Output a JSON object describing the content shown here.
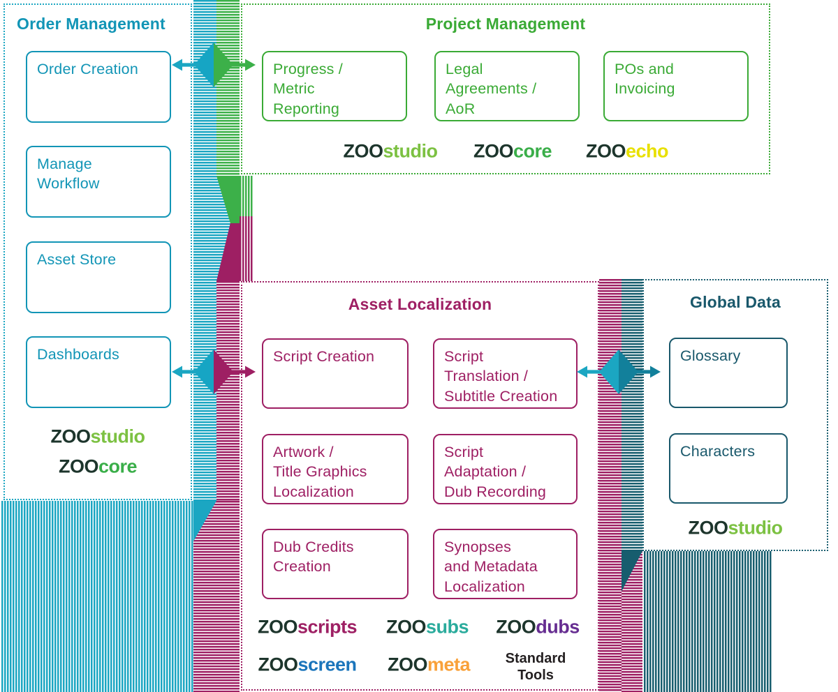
{
  "colors": {
    "teal_text": "#1295b6",
    "teal_stripe": "#1ba6c2",
    "teal_diamond": "#16a5c4",
    "green_text": "#3aaa35",
    "green_diamond": "#3cb049",
    "magenta": "#9e1f63",
    "dark_teal_text": "#19586b",
    "dark_teal_stripe": "#175d6e",
    "dark_teal_diamond": "#12809b",
    "zoo_prefix_dark": "#1d352c",
    "suffix_studio": "#7cc142",
    "suffix_core": "#3aae49",
    "suffix_echo": "#e8e000",
    "suffix_scripts": "#9e2064",
    "suffix_subs": "#2aab9c",
    "suffix_dubs": "#662d91",
    "suffix_screen": "#1b75bb",
    "suffix_meta": "#f9a13a",
    "standard_tools_text": "#231f20"
  },
  "sections": {
    "order_management": {
      "title": "Order Management",
      "boxes": [
        "Order Creation",
        "Manage\nWorkflow",
        "Asset Store",
        "Dashboards"
      ],
      "logos": [
        {
          "prefix": "ZOO",
          "suffix": "studio"
        },
        {
          "prefix": "ZOO",
          "suffix": "core"
        }
      ]
    },
    "project_management": {
      "title": "Project Management",
      "boxes": [
        "Progress /\nMetric\nReporting",
        "Legal\nAgreements /\nAoR",
        "POs and\nInvoicing"
      ],
      "logos": [
        {
          "prefix": "ZOO",
          "suffix": "studio"
        },
        {
          "prefix": "ZOO",
          "suffix": "core"
        },
        {
          "prefix": "ZOO",
          "suffix": "echo"
        }
      ]
    },
    "asset_localization": {
      "title": "Asset Localization",
      "boxes": [
        "Script Creation",
        "Script\nTranslation /\nSubtitle Creation",
        "Artwork /\nTitle Graphics\nLocalization",
        "Script\nAdaptation /\nDub Recording",
        "Dub Credits\nCreation",
        "Synopses\nand Metadata\nLocalization"
      ],
      "logos": [
        {
          "prefix": "ZOO",
          "suffix": "scripts"
        },
        {
          "prefix": "ZOO",
          "suffix": "subs"
        },
        {
          "prefix": "ZOO",
          "suffix": "dubs"
        },
        {
          "prefix": "ZOO",
          "suffix": "screen"
        },
        {
          "prefix": "ZOO",
          "suffix": "meta"
        }
      ],
      "standard_tools": "Standard\nTools"
    },
    "global_data": {
      "title": "Global Data",
      "boxes": [
        "Glossary",
        "Characters"
      ],
      "logos": [
        {
          "prefix": "ZOO",
          "suffix": "studio"
        }
      ]
    }
  }
}
